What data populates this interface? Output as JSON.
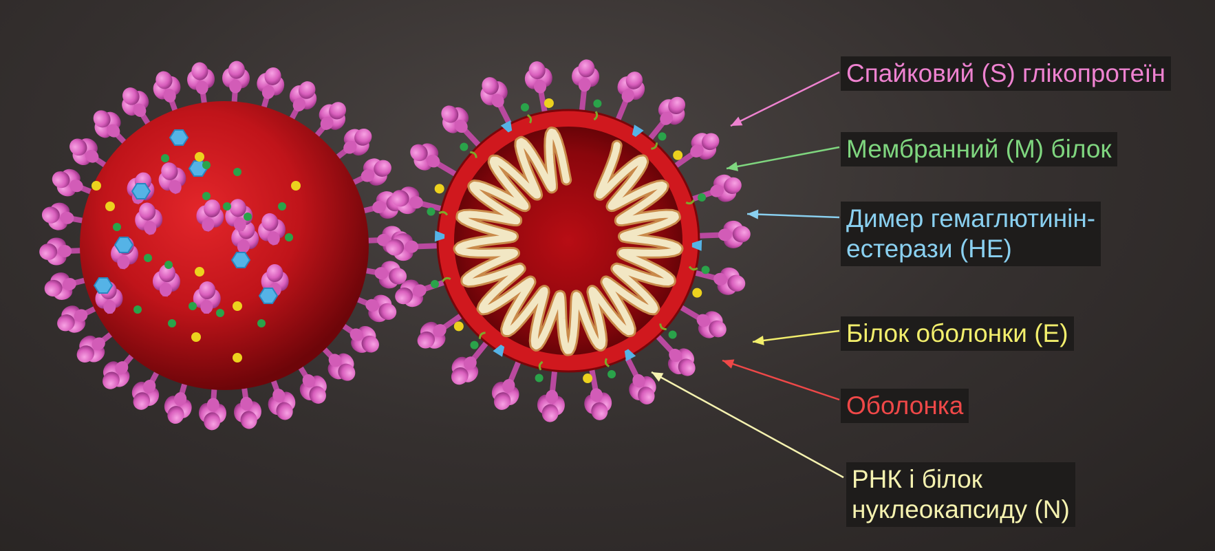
{
  "labels": {
    "spike": {
      "text": "Спайковий (S) глікопротеїн",
      "color": "#ee82d0"
    },
    "membrane": {
      "text": "Мембранний (M) білок",
      "color": "#7fd67f"
    },
    "he_line1": {
      "text": "Димер гемаглютинін-",
      "color": "#8ad0f0"
    },
    "he_line2": {
      "text": "естерази (HE)",
      "color": "#8ad0f0"
    },
    "envelope_protein": {
      "text": "Білок оболонки (E)",
      "color": "#f2ee6c"
    },
    "envelope": {
      "text": "Оболонка",
      "color": "#ef4848"
    },
    "rna_line1": {
      "text": "РНК і білок",
      "color": "#f5f2b0"
    },
    "rna_line2": {
      "text": "нуклеокапсиду (N)",
      "color": "#f5f2b0"
    }
  },
  "colors": {
    "envelope_red": "#c3141c",
    "spike_pink": "#df68c5",
    "membrane_green": "#2aa34a",
    "he_blue": "#55b3e6",
    "e_protein_yellow": "#ecd21e",
    "rna_cream": "#f2e7c4"
  }
}
